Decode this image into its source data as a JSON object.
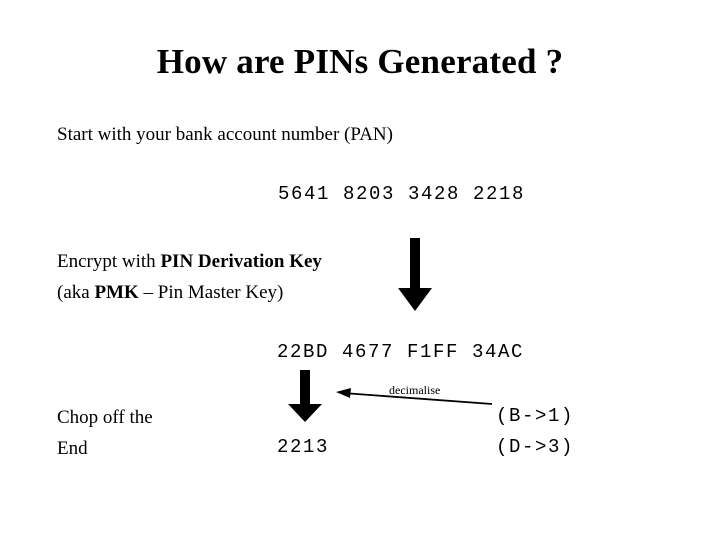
{
  "slide": {
    "title": "How are PINs Generated ?",
    "background_color": "#ffffff",
    "text_color": "#000000"
  },
  "steps": {
    "pan_label": "Start with your bank account number (PAN)",
    "pan_value": "5641 8203 3428 2218",
    "encrypt_line1_prefix": "Encrypt with ",
    "encrypt_line1_bold": "PIN Derivation Key",
    "encrypt_line2_prefix": "(aka ",
    "encrypt_line2_bold": "PMK",
    "encrypt_line2_suffix": " – Pin Master Key)",
    "hex_value": "22BD 4677 F1FF 34AC",
    "decimalise_label": "decimalise",
    "chop_line1": "Chop off the",
    "chop_line2": "End",
    "pin_value": "2213"
  },
  "mappings": {
    "line1": "(B->1)",
    "line2": "(D->3)"
  },
  "arrows": {
    "encrypt_arrow": "down-arrow-icon",
    "chop_arrow": "down-arrow-icon",
    "decimalise_arrow": "left-arrow-icon"
  }
}
